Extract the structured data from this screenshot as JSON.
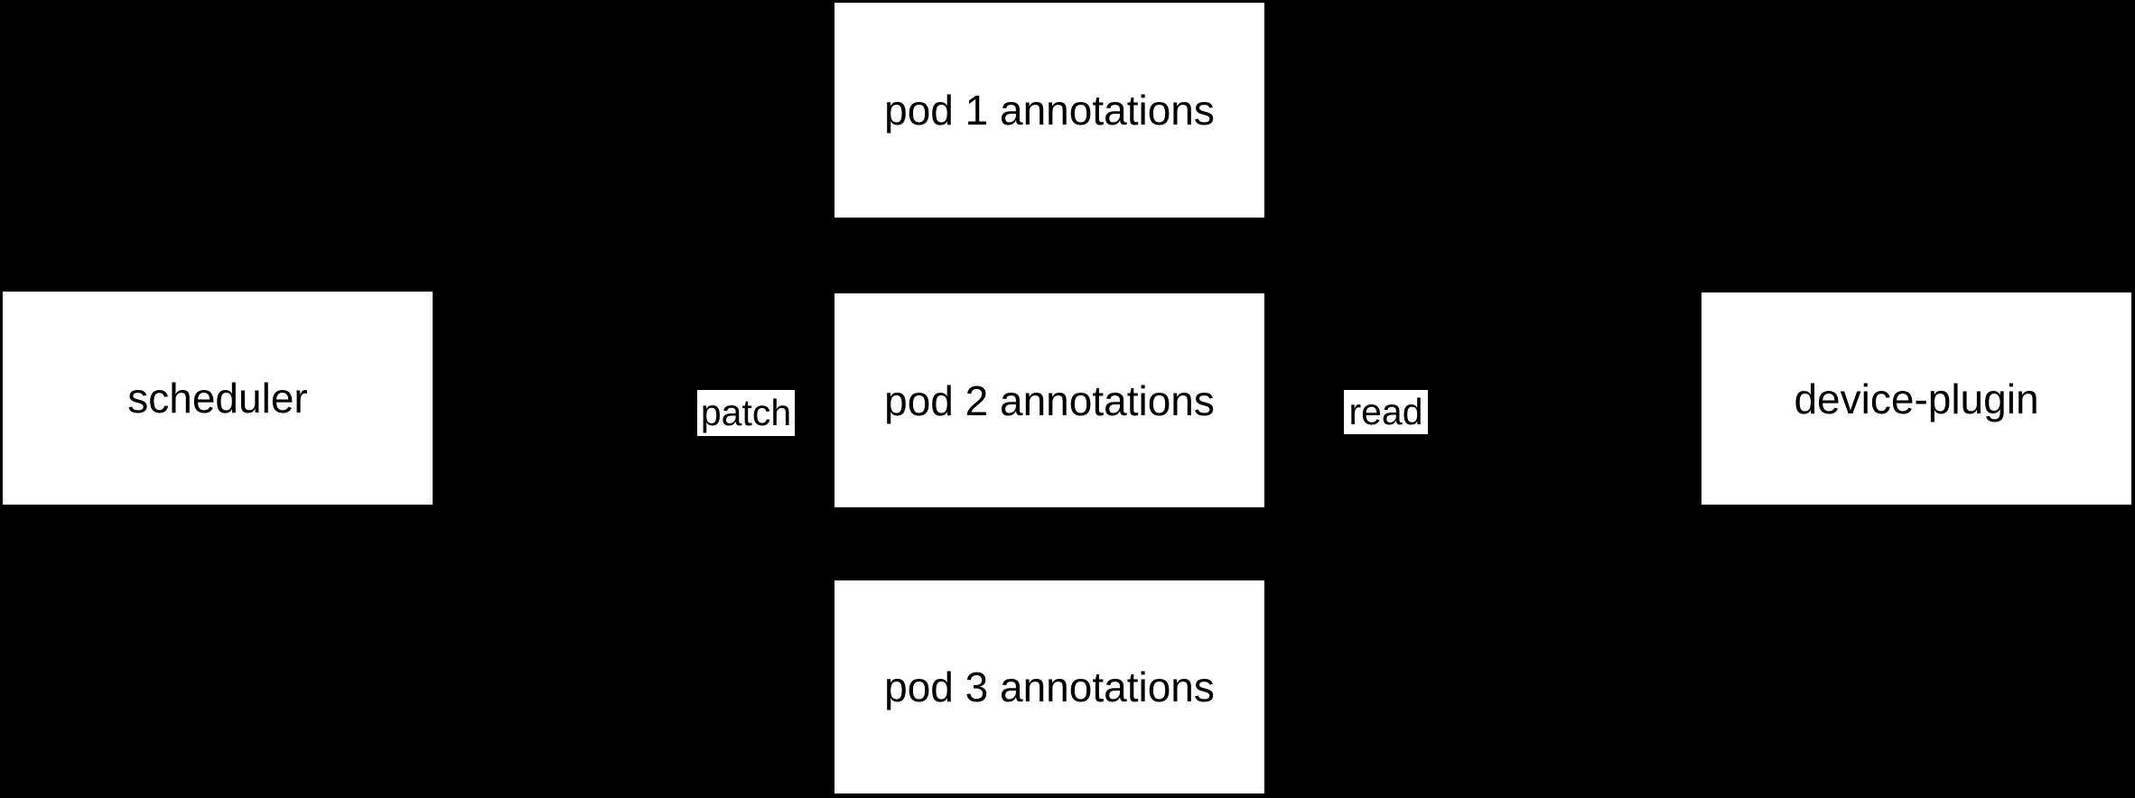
{
  "diagram": {
    "colors": {
      "background": "#000000",
      "node_fill": "#ffffff",
      "node_text": "#000000",
      "edge_label_fill": "#ffffff",
      "edge_label_text": "#000000"
    },
    "nodes": [
      {
        "id": "scheduler",
        "label": "scheduler"
      },
      {
        "id": "pod-1-annotations",
        "label": "pod 1 annotations"
      },
      {
        "id": "pod-2-annotations",
        "label": "pod 2 annotations"
      },
      {
        "id": "pod-3-annotations",
        "label": "pod 3 annotations"
      },
      {
        "id": "device-plugin",
        "label": "device-plugin"
      }
    ],
    "edge_labels": [
      {
        "id": "patch",
        "label": "patch"
      },
      {
        "id": "read",
        "label": "read"
      }
    ]
  }
}
